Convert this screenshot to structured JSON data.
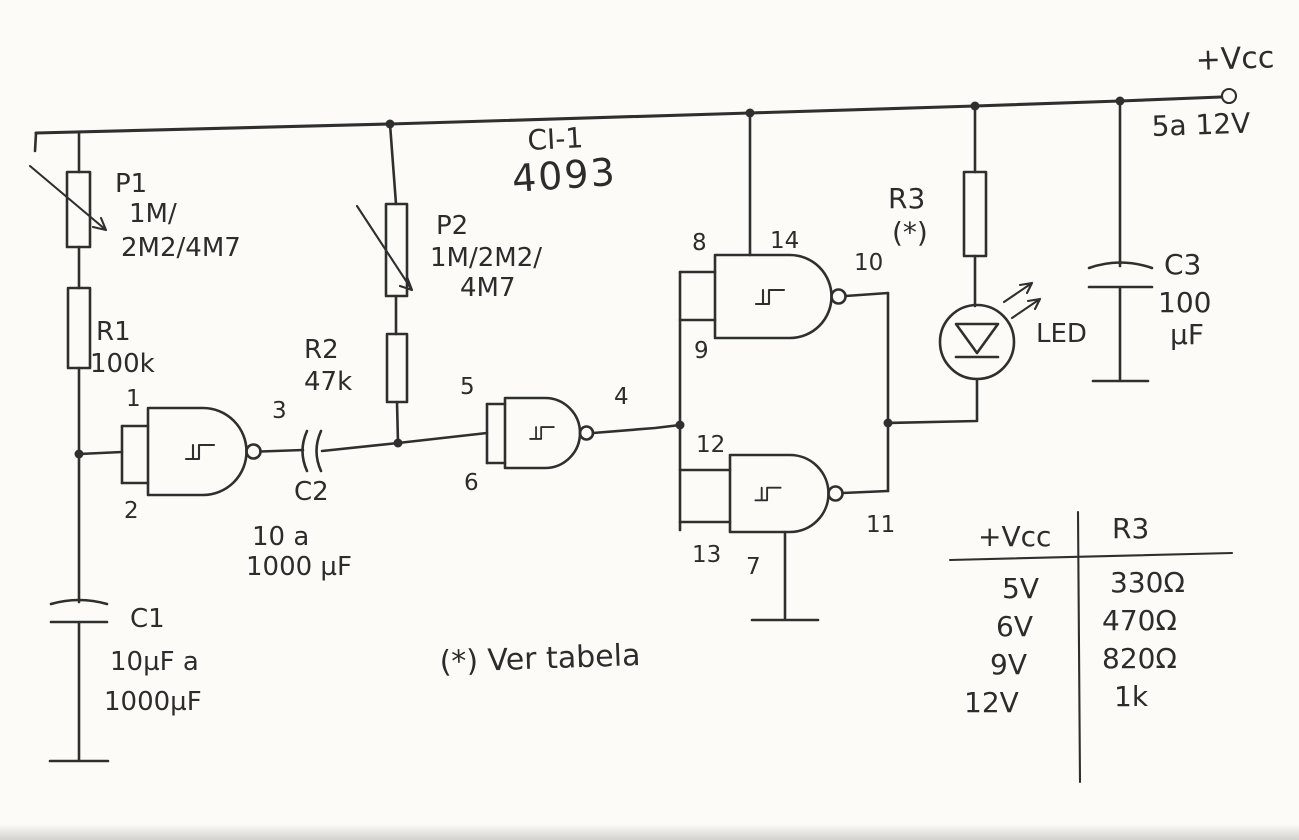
{
  "ic": {
    "ref": "CI-1",
    "part": "4093"
  },
  "power": {
    "vcc_label": "+Vcc",
    "range": "5a 12V"
  },
  "components": {
    "p1": {
      "ref": "P1",
      "value1": "1M/",
      "value2": "2M2/4M7"
    },
    "r1": {
      "ref": "R1",
      "value": "100k"
    },
    "c1": {
      "ref": "C1",
      "value1": "10µF a",
      "value2": "1000µF"
    },
    "c2": {
      "ref": "C2",
      "value1": "10 a",
      "value2": "1000 µF"
    },
    "p2": {
      "ref": "P2",
      "value1": "1M/2M2/",
      "value2": "4M7"
    },
    "r2": {
      "ref": "R2",
      "value": "47k"
    },
    "r3": {
      "ref": "R3",
      "note": "(*)"
    },
    "c3": {
      "ref": "C3",
      "value1": "100",
      "value2": "µF"
    },
    "led": {
      "ref": "LED"
    }
  },
  "pins": {
    "p1": "1",
    "p2": "2",
    "p3": "3",
    "p4": "4",
    "p5": "5",
    "p6": "6",
    "p7": "7",
    "p8": "8",
    "p9": "9",
    "p10": "10",
    "p11": "11",
    "p12": "12",
    "p13": "13",
    "p14": "14"
  },
  "footnote": "(*) Ver tabela",
  "table": {
    "col1": "+Vcc",
    "col2": "R3",
    "rows": [
      {
        "vcc": "5V",
        "r3": "330Ω"
      },
      {
        "vcc": "6V",
        "r3": "470Ω"
      },
      {
        "vcc": "9V",
        "r3": "820Ω"
      },
      {
        "vcc": "12V",
        "r3": "1k"
      }
    ]
  },
  "colors": {
    "ink": "#2f2f2f",
    "paper": "#fcfbf7"
  }
}
